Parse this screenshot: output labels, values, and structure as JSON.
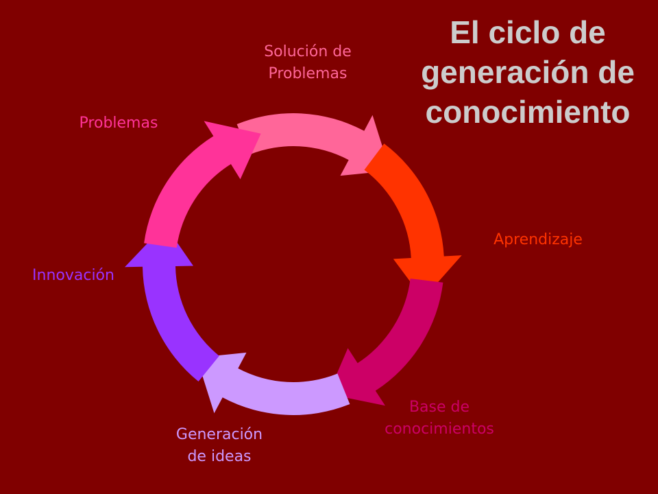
{
  "title": {
    "lines": [
      "El ciclo de",
      "generación de",
      "conocimiento"
    ],
    "color": "#CCCCCC"
  },
  "background_color": "#800000",
  "cycle": {
    "direction": "clockwise",
    "stages": [
      {
        "lines": [
          "Solución de",
          "Problemas"
        ],
        "color": "#FF6699"
      },
      {
        "lines": [
          "Aprendizaje"
        ],
        "color": "#FF3300"
      },
      {
        "lines": [
          "Base de",
          "conocimientos"
        ],
        "color": "#CC0066"
      },
      {
        "lines": [
          "Generación",
          "de ideas"
        ],
        "color": "#CC99FF"
      },
      {
        "lines": [
          "Innovación"
        ],
        "color": "#9933FF"
      },
      {
        "lines": [
          "Problemas"
        ],
        "color": "#FF3399"
      }
    ]
  }
}
